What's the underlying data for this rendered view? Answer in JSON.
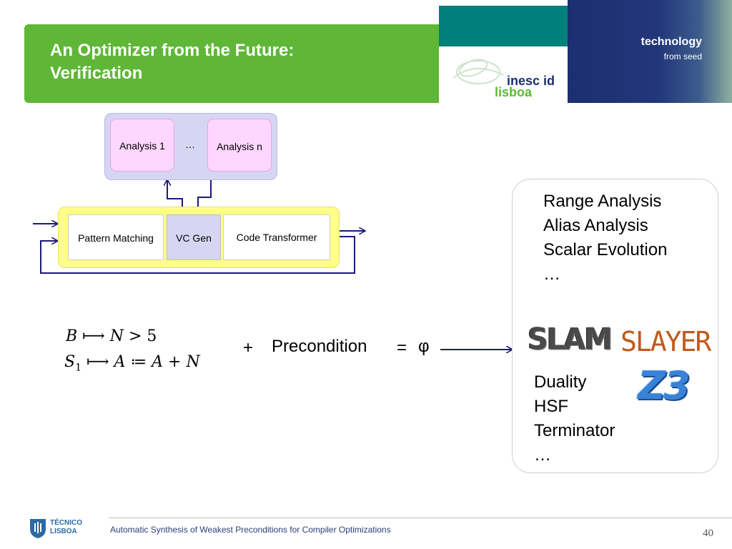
{
  "header": {
    "title_line1": "An Optimizer from the Future:",
    "title_line2": "Verification",
    "tagline_main": "technology",
    "tagline_sub": "from seed",
    "logo_text": "inesc id lisboa"
  },
  "diagram": {
    "analysis_1": "Analysis 1",
    "ellipsis": "…",
    "analysis_n": "Analysis n",
    "pattern_matching": "Pattern Matching",
    "vc_gen": "VC Gen",
    "code_transformer": "Code Transformer"
  },
  "formula": {
    "plus": "+",
    "precondition": "Precondition",
    "equals": "=",
    "phi": "φ"
  },
  "static_analyses": [
    "Range Analysis",
    "Alias Analysis",
    "Scalar Evolution",
    "…"
  ],
  "verification_tools": [
    "Duality",
    "HSF",
    "Terminator",
    "…"
  ],
  "logos": {
    "slam": "SLAM",
    "slayer": "SLAYER",
    "z3": "Z3"
  },
  "footer": {
    "text": "Automatic Synthesis of Weakest Preconditions for Compiler Optimizations",
    "page_number": "40",
    "institution_line1": "TÉCNICO",
    "institution_line2": "LISBOA"
  },
  "colors": {
    "title_green": "#5fb637",
    "teal": "#00807a",
    "navy": "#1c2f6e",
    "arrow_navy": "#1a1a7a"
  }
}
